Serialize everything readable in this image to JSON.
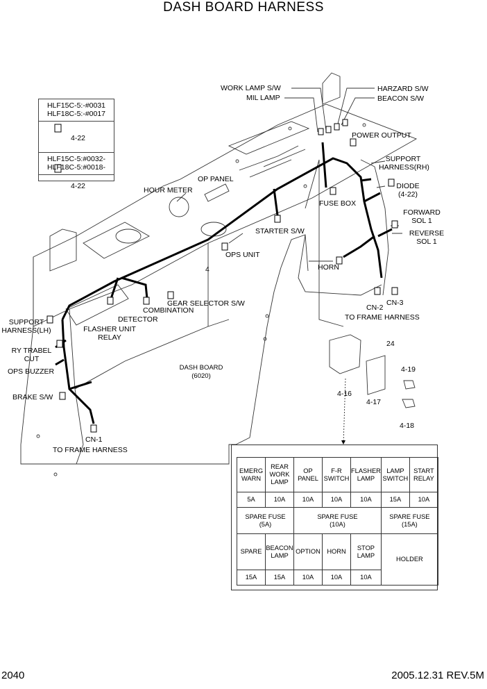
{
  "title": "DASH BOARD HARNESS",
  "footer": {
    "page": "2040",
    "date_rev": "2005.12.31  REV.5M"
  },
  "serial_box": {
    "line1": "HLF15C-5:-#0031",
    "line2": "HLF18C-5:-#0017",
    "ref1": "4-22",
    "line3": "HLF15C-5:#0032-",
    "line4": "HLF18C-5:#0018-",
    "ref2": "4-22"
  },
  "labels": {
    "work_lamp_sw": "WORK LAMP S/W",
    "mil_lamp": "MIL LAMP",
    "harzard_sw": "HARZARD S/W",
    "beacon_sw": "BEACON S/W",
    "power_output": "POWER OUTPUT",
    "support_rh_1": "SUPPORT",
    "support_rh_2": "HARNESS(RH)",
    "diode_1": "DIODE",
    "diode_2": "(4-22)",
    "forward_1": "FORWARD",
    "forward_2": "SOL 1",
    "reverse_1": "REVERSE",
    "reverse_2": "SOL 1",
    "fuse_box": "FUSE BOX",
    "op_panel": "OP PANEL",
    "hour_meter": "HOUR METER",
    "starter_sw": "STARTER S/W",
    "ops_unit": "OPS UNIT",
    "ref_4": "4",
    "horn": "HORN",
    "cn2": "CN-2",
    "cn3": "CN-3",
    "to_frame_harness_right": "TO FRAME HARNESS",
    "gear_selector": "GEAR SELECTOR S/W",
    "combination": "COMBINATION",
    "detector": "DETECTOR",
    "flasher_1": "FLASHER UNIT",
    "flasher_2": "RELAY",
    "support_lh_1": "SUPPORT",
    "support_lh_2": "HARNESS(LH)",
    "ry_1": "RY TRABEL",
    "ry_2": "CUT",
    "ops_buzzer": "OPS BUZZER",
    "brake_sw": "BRAKE S/W",
    "cn1": "CN-1",
    "to_frame_harness_left": "TO FRAME HARNESS",
    "dash_board_1": "DASH BOARD",
    "dash_board_2": "(6020)",
    "ref_24": "24",
    "ref_4_16": "4-16",
    "ref_4_17": "4-17",
    "ref_4_19": "4-19",
    "ref_4_18": "4-18"
  },
  "fuse_table": {
    "row1": [
      {
        "name": "EMERG\nWARN",
        "rating": "5A"
      },
      {
        "name": "REAR\nWORK\nLAMP",
        "rating": "10A"
      },
      {
        "name": "OP\nPANEL",
        "rating": "10A"
      },
      {
        "name": "F-R\nSWITCH",
        "rating": "10A"
      },
      {
        "name": "FLASHER\nLAMP",
        "rating": "10A"
      },
      {
        "name": "LAMP\nSWITCH",
        "rating": "15A"
      },
      {
        "name": "START\nRELAY",
        "rating": "10A"
      }
    ],
    "spare": [
      {
        "name": "SPARE FUSE",
        "rating": "(5A)"
      },
      {
        "name": "SPARE FUSE",
        "rating": "(10A)"
      },
      {
        "name": "SPARE FUSE",
        "rating": "(15A)"
      }
    ],
    "row2": [
      {
        "name": "SPARE",
        "rating": "15A"
      },
      {
        "name": "BEACON\nLAMP",
        "rating": "15A"
      },
      {
        "name": "OPTION",
        "rating": "10A"
      },
      {
        "name": "HORN",
        "rating": "10A"
      },
      {
        "name": "STOP\nLAMP",
        "rating": "10A"
      }
    ],
    "holder": "HOLDER"
  }
}
